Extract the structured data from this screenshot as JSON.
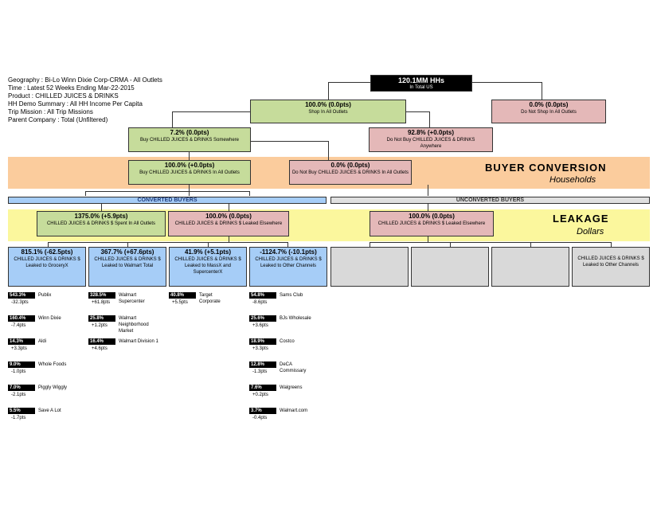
{
  "meta": [
    "Geography : Bi-Lo Winn Dixie Corp-CRMA - All Outlets",
    "Time : Latest 52 Weeks Ending Mar-22-2015",
    "Product : CHILLED JUICES & DRINKS",
    "HH Demo Summary : All HH Income Per Capita",
    "Trip Mission : All Trip Missions",
    "Parent Company : Total (Unfiltered)"
  ],
  "top": {
    "value": "120.1MM HHs",
    "label": "In Total US"
  },
  "shop": {
    "value": "100.0% (0.0pts)",
    "label": "Shop In All Outlets"
  },
  "noshop": {
    "value": "0.0% (0.0pts)",
    "label": "Do Not Shop In All Outlets"
  },
  "buy": {
    "value": "7.2% (0.0pts)",
    "label": "Buy CHILLED JUICES & DRINKS Somewhere"
  },
  "nobuy": {
    "value": "92.8% (+0.0pts)",
    "label": "Do Not Buy CHILLED JUICES & DRINKS Anywhere"
  },
  "buy_in": {
    "value": "100.0% (+0.0pts)",
    "label": "Buy CHILLED JUICES & DRINKS In All Outlets"
  },
  "nobuy_in": {
    "value": "0.0% (0.0pts)",
    "label": "Do Not Buy CHILLED JUICES & DRINKS In All Outlets"
  },
  "bands": {
    "conversion_title": "BUYER CONVERSION",
    "conversion_sub": "Households",
    "leakage_title": "LEAKAGE",
    "leakage_sub": "Dollars"
  },
  "headers": {
    "converted": "CONVERTED BUYERS",
    "unconverted": "UNCONVERTED BUYERS"
  },
  "spent": {
    "value": "1375.0% (+5.9pts)",
    "label": "CHILLED JUICES & DRINKS $ Spent In All Outlets"
  },
  "leaked": {
    "value": "100.0% (0.0pts)",
    "label": "CHILLED JUICES & DRINKS $ Leaked Elsewhere"
  },
  "leaked_unconv": {
    "value": "100.0% (0.0pts)",
    "label": "CHILLED JUICES & DRINKS $ Leaked Elsewhere"
  },
  "channels": [
    {
      "value": "815.1% (-62.5pts)",
      "label": "CHILLED JUICES & DRINKS $ Leaked to GroceryX"
    },
    {
      "value": "367.7% (+67.6pts)",
      "label": "CHILLED JUICES & DRINKS $ Leaked to Walmart Total"
    },
    {
      "value": "41.9% (+5.1pts)",
      "label": "CHILLED JUICES & DRINKS $ Leaked to MassX and SupercenterX"
    },
    {
      "value": "-1124.7% (-10.1pts)",
      "label": "CHILLED JUICES & DRINKS $ Leaked to Other Channels"
    }
  ],
  "unconv_last": {
    "label": "CHILLED JUICES & DRINKS $ Leaked to Other Channels"
  },
  "leak_lists": [
    [
      {
        "pct": "543.3%",
        "name": "Publix",
        "chg": "-32.3pts"
      },
      {
        "pct": "160.4%",
        "name": "Winn Dixie",
        "chg": "-7.4pts"
      },
      {
        "pct": "14.3%",
        "name": "Aldi",
        "chg": "+3.3pts"
      },
      {
        "pct": "9.0%",
        "name": "Whole Foods",
        "chg": "-1.0pts"
      },
      {
        "pct": "7.0%",
        "name": "Piggly Wiggly",
        "chg": "-2.1pts"
      },
      {
        "pct": "5.5%",
        "name": "Save A Lot",
        "chg": "-1.7pts"
      }
    ],
    [
      {
        "pct": "328.5%",
        "name": "Walmart Supercenter",
        "chg": "+61.8pts"
      },
      {
        "pct": "25.8%",
        "name": "Walmart Neighborhood Market",
        "chg": "+1.2pts"
      },
      {
        "pct": "16.4%",
        "name": "Walmart Division 1",
        "chg": "+4.6pts"
      }
    ],
    [
      {
        "pct": "40.8%",
        "name": "Target Corporate",
        "chg": "+5.5pts"
      }
    ],
    [
      {
        "pct": "54.8%",
        "name": "Sams Club",
        "chg": "-8.6pts"
      },
      {
        "pct": "25.6%",
        "name": "BJs Wholesale",
        "chg": "+3.6pts"
      },
      {
        "pct": "18.9%",
        "name": "Costco",
        "chg": "+3.3pts"
      },
      {
        "pct": "12.8%",
        "name": "DeCA Commissary",
        "chg": "-1.3pts"
      },
      {
        "pct": "7.6%",
        "name": "Walgreens",
        "chg": "+0.2pts"
      },
      {
        "pct": "3.7%",
        "name": "Walmart.com",
        "chg": "-0.4pts"
      }
    ]
  ]
}
